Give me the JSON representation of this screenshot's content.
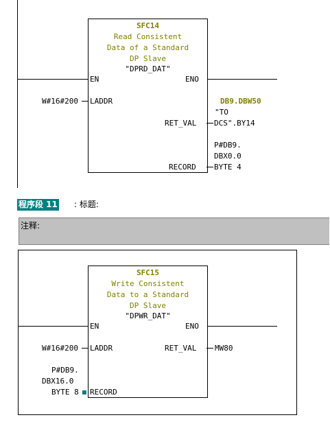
{
  "network10": {
    "block": {
      "name": "SFC14",
      "desc1": "Read Consistent",
      "desc2": "Data of a Standard",
      "desc3": "DP Slave",
      "symbol": "\"DPRD_DAT\"",
      "pin_en": "EN",
      "pin_eno": "ENO",
      "pin_laddr": "LADDR",
      "pin_ret_val": "RET_VAL",
      "pin_record": "RECORD"
    },
    "laddr_value": "W#16#200",
    "ret_val_addr": "DB9.DBW50",
    "ret_val_sym1": "\"TO",
    "ret_val_sym2": "DCS\".BY14",
    "record1": "P#DB9.",
    "record2": "DBX0.0",
    "record3": "BYTE 4"
  },
  "network11": {
    "label": "程序段 11",
    "separator": ": 标题:",
    "comment_label": "注释:",
    "block": {
      "name": "SFC15",
      "desc1": "Write Consistent",
      "desc2": "Data to a Standard",
      "desc3": "DP Slave",
      "symbol": "\"DPWR_DAT\"",
      "pin_en": "EN",
      "pin_eno": "ENO",
      "pin_laddr": "LADDR",
      "pin_ret_val": "RET_VAL",
      "pin_record": "RECORD"
    },
    "laddr_value": "W#16#200",
    "ret_val_value": "MW80",
    "record1": "P#DB9.",
    "record2": "DBX16.0",
    "record3": "BYTE 8"
  },
  "colors": {
    "block_title": "#808000",
    "network_label_bg": "#008080",
    "comment_bg": "#c0c0c0"
  }
}
